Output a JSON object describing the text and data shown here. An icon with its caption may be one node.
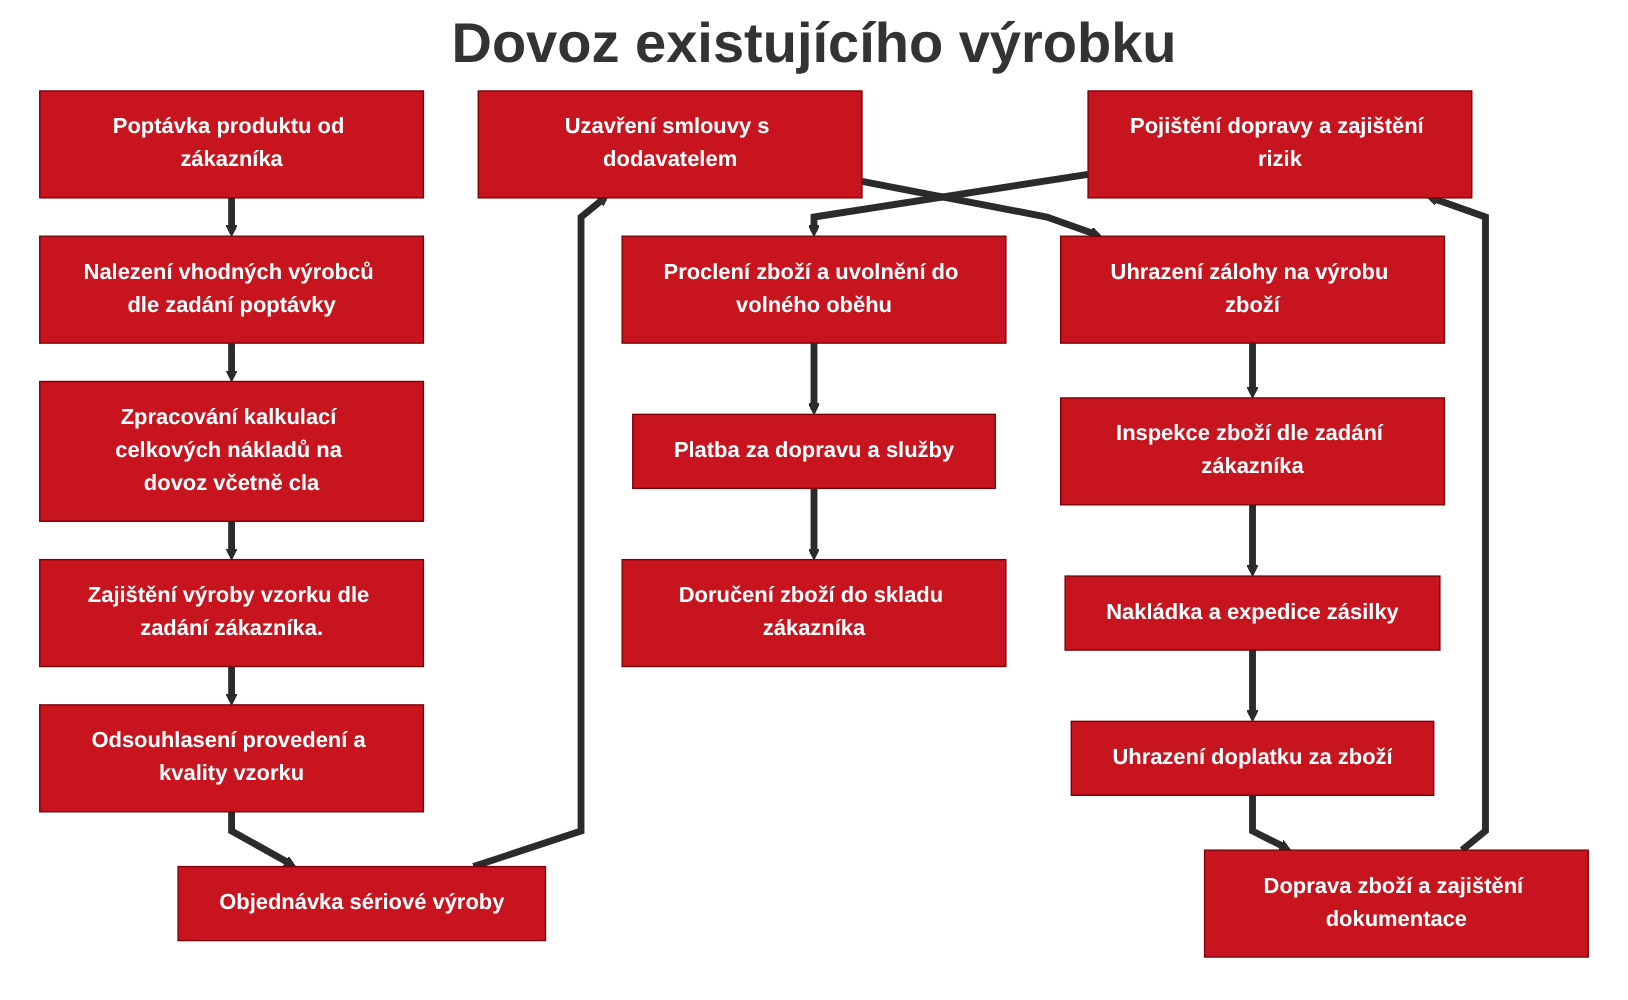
{
  "diagram": {
    "title": "Dovoz existujícího výrobku",
    "nodes": [
      {
        "text": [
          "Poptávka produktu od zákazníka"
        ]
      },
      {
        "text": [
          "Nalezení vhodných výrobců dle zadání poptávky"
        ]
      },
      {
        "text": [
          "Zpracování kalkulací celkových nákladů na dovoz včetně cla"
        ]
      },
      {
        "text": [
          "Zajištění výroby vzorku dle zadání zákazníka."
        ]
      },
      {
        "text": [
          "Odsouhlasení provedení a kvality vzorku"
        ]
      },
      {
        "text": [
          "Objednávka sériové výroby"
        ]
      },
      {
        "text": [
          "Uzavření smlouvy s dodavatelem"
        ]
      },
      {
        "text": [
          "Uhrazení zálohy na výrobu zboží"
        ]
      },
      {
        "text": [
          "Inspekce zboží dle zadání zákazníka"
        ]
      },
      {
        "text": [
          "Nakládka a expedice zásilky"
        ]
      },
      {
        "text": [
          "Uhrazení doplatku za zboží"
        ]
      },
      {
        "text": [
          "Doprava zboží a zajištění dokumentace"
        ]
      },
      {
        "text": [
          "Pojištění dopravy a zajištění rizik"
        ]
      },
      {
        "text": [
          "Proclení zboží a uvolnění do volného oběhu"
        ]
      },
      {
        "text": [
          "Platba za dopravu a služby"
        ]
      },
      {
        "text": [
          "Doručení zboží do skladu zákazníka"
        ]
      }
    ],
    "edges": [
      {
        "from": 0,
        "to": 1,
        "arrow": "to"
      },
      {
        "from": 1,
        "to": 2,
        "arrow": "to"
      },
      {
        "from": 2,
        "to": 3,
        "arrow": "to"
      },
      {
        "from": 3,
        "to": 4,
        "arrow": "to"
      },
      {
        "from": 4,
        "to": 5,
        "arrow": "to"
      },
      {
        "from": 5,
        "to": 6,
        "arrow": "to"
      },
      {
        "from": 6,
        "to": 7,
        "arrow": "to"
      },
      {
        "from": 7,
        "to": 8,
        "arrow": "to"
      },
      {
        "from": 8,
        "to": 9,
        "arrow": "to"
      },
      {
        "from": 9,
        "to": 10,
        "arrow": "to"
      },
      {
        "from": 10,
        "to": 11,
        "arrow": "to"
      },
      {
        "from": 11,
        "to": 12,
        "arrow": "to"
      },
      {
        "from": 12,
        "to": 13,
        "arrow": "to"
      },
      {
        "from": 13,
        "to": 14,
        "arrow": "to"
      },
      {
        "from": 14,
        "to": 15,
        "arrow": "to"
      }
    ]
  }
}
